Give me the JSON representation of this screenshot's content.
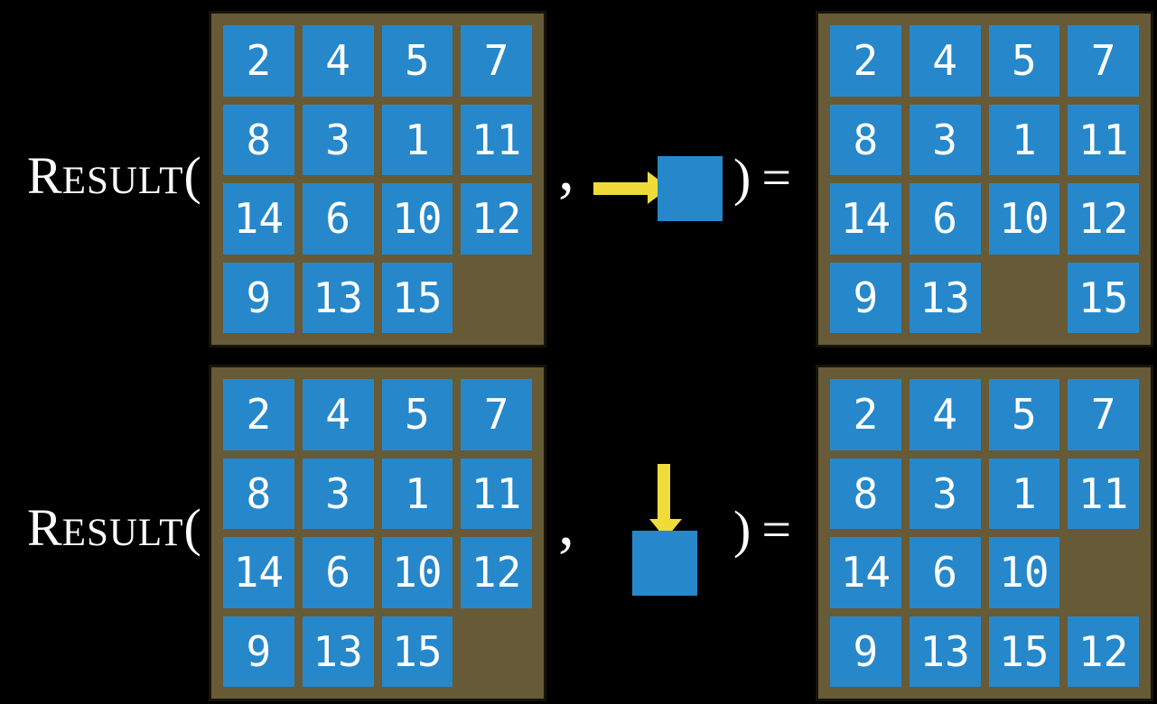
{
  "colors": {
    "bg": "#000000",
    "board": "#675a36",
    "board_border": "#17130b",
    "tile": "#2688cb",
    "arrow": "#efdc3a",
    "ink": "#ffffff"
  },
  "function": {
    "cap": "R",
    "rest": "ESULT",
    "open": "(",
    "comma": ",",
    "close": ")",
    "equals": "="
  },
  "rows": [
    {
      "action_direction": "right",
      "input_grid": [
        [
          "2",
          "4",
          "5",
          "7"
        ],
        [
          "8",
          "3",
          "1",
          "11"
        ],
        [
          "14",
          "6",
          "10",
          "12"
        ],
        [
          "9",
          "13",
          "15",
          ""
        ]
      ],
      "output_grid": [
        [
          "2",
          "4",
          "5",
          "7"
        ],
        [
          "8",
          "3",
          "1",
          "11"
        ],
        [
          "14",
          "6",
          "10",
          "12"
        ],
        [
          "9",
          "13",
          "",
          "15"
        ]
      ]
    },
    {
      "action_direction": "down",
      "input_grid": [
        [
          "2",
          "4",
          "5",
          "7"
        ],
        [
          "8",
          "3",
          "1",
          "11"
        ],
        [
          "14",
          "6",
          "10",
          "12"
        ],
        [
          "9",
          "13",
          "15",
          ""
        ]
      ],
      "output_grid": [
        [
          "2",
          "4",
          "5",
          "7"
        ],
        [
          "8",
          "3",
          "1",
          "11"
        ],
        [
          "14",
          "6",
          "10",
          ""
        ],
        [
          "9",
          "13",
          "15",
          "12"
        ]
      ]
    }
  ]
}
